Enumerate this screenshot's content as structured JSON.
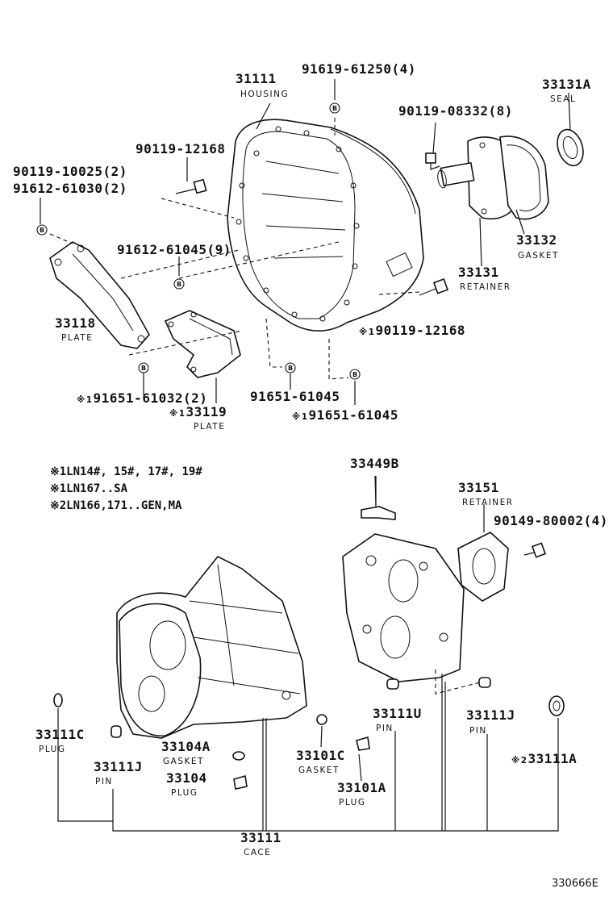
{
  "labels": {
    "p31111": "31111",
    "n31111": "HOUSING",
    "p91619": "91619-61250(4)",
    "p33131A": "33131A",
    "n33131A": "SEAL",
    "p90119_08332": "90119-08332(8)",
    "p90119_12168_a": "90119-12168",
    "p90119_10025": "90119-10025(2)",
    "p91612_61030": "91612-61030(2)",
    "p91612_61045": "91612-61045(9)",
    "p33132": "33132",
    "n33132": "GASKET",
    "p33131": "33131",
    "n33131": "RETAINER",
    "p33118": "33118",
    "n33118": "PLATE",
    "p90119_12168_b": "90119-12168",
    "p91651_61032": "91651-61032(2)",
    "p91651_61045_a": "91651-61045",
    "p33119": "33119",
    "n33119": "PLATE",
    "p91651_61045_b": "91651-61045",
    "p33449B": "33449B",
    "p33151": "33151",
    "n33151": "RETAINER",
    "p90149": "90149-80002(4)",
    "p33111C": "33111C",
    "n33111C": "PLUG",
    "p33104A": "33104A",
    "n33104A": "GASKET",
    "p33111J_a": "33111J",
    "n33111J_a": "PIN",
    "p33104": "33104",
    "n33104": "PLUG",
    "p33101C": "33101C",
    "n33101C": "GASKET",
    "p33111U": "33111U",
    "n33111U": "PIN",
    "p33111J_b": "33111J",
    "n33111J_b": "PIN",
    "p33111A": "33111A",
    "p33101A": "33101A",
    "n33101A": "PLUG",
    "p33111": "33111",
    "n33111": "CACE"
  },
  "marks": {
    "m1": "※1",
    "m2": "※2"
  },
  "notes": [
    {
      "mark": "※1",
      "text": "LN14#, 15#, 17#, 19#"
    },
    {
      "mark": "※1",
      "text": "LN167..SA"
    },
    {
      "mark": "※2",
      "text": "LN166,171..GEN,MA"
    }
  ],
  "bolt_marker": "B",
  "footer_code": "330666E"
}
